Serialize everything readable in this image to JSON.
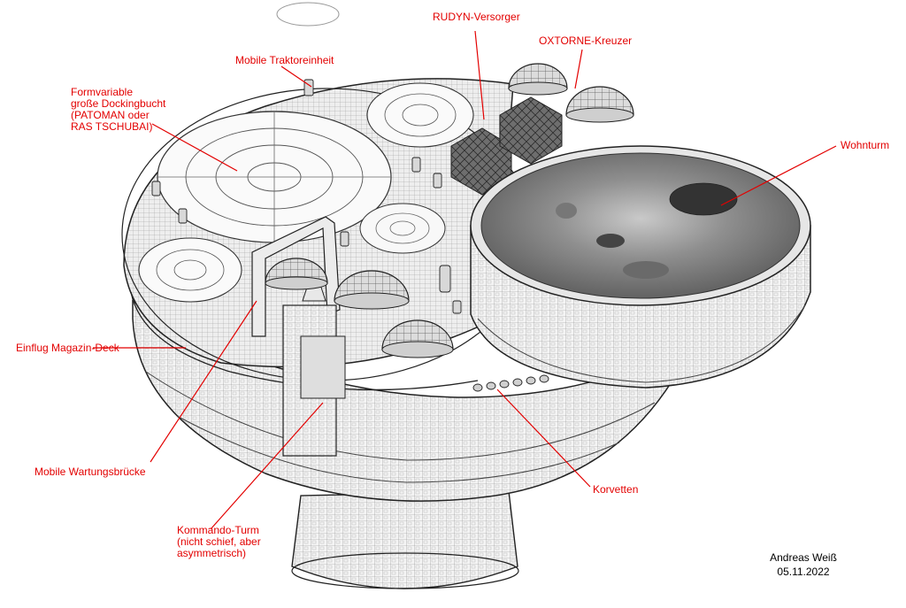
{
  "colors": {
    "label": "#e30000",
    "ink": "#222222",
    "paper": "#ffffff"
  },
  "labels": {
    "rudyn": "RUDYN-Versorger",
    "oxtorne": "OXTORNE-Kreuzer",
    "traktor": "Mobile Traktoreinheit",
    "docking": [
      "Formvariable",
      "große Dockingbucht",
      "(PATOMAN oder",
      "RAS TSCHUBAI)"
    ],
    "wohnturm": "Wohnturm",
    "einflug": "Einflug Magazin-Deck",
    "wartung": "Mobile Wartungsbrücke",
    "korvetten": "Korvetten",
    "kommando": [
      "Kommando-Turm",
      "(nicht schief, aber",
      "asymmetrisch)"
    ]
  },
  "signature": {
    "author": "Andreas Weiß",
    "date": "05.11.2022"
  }
}
